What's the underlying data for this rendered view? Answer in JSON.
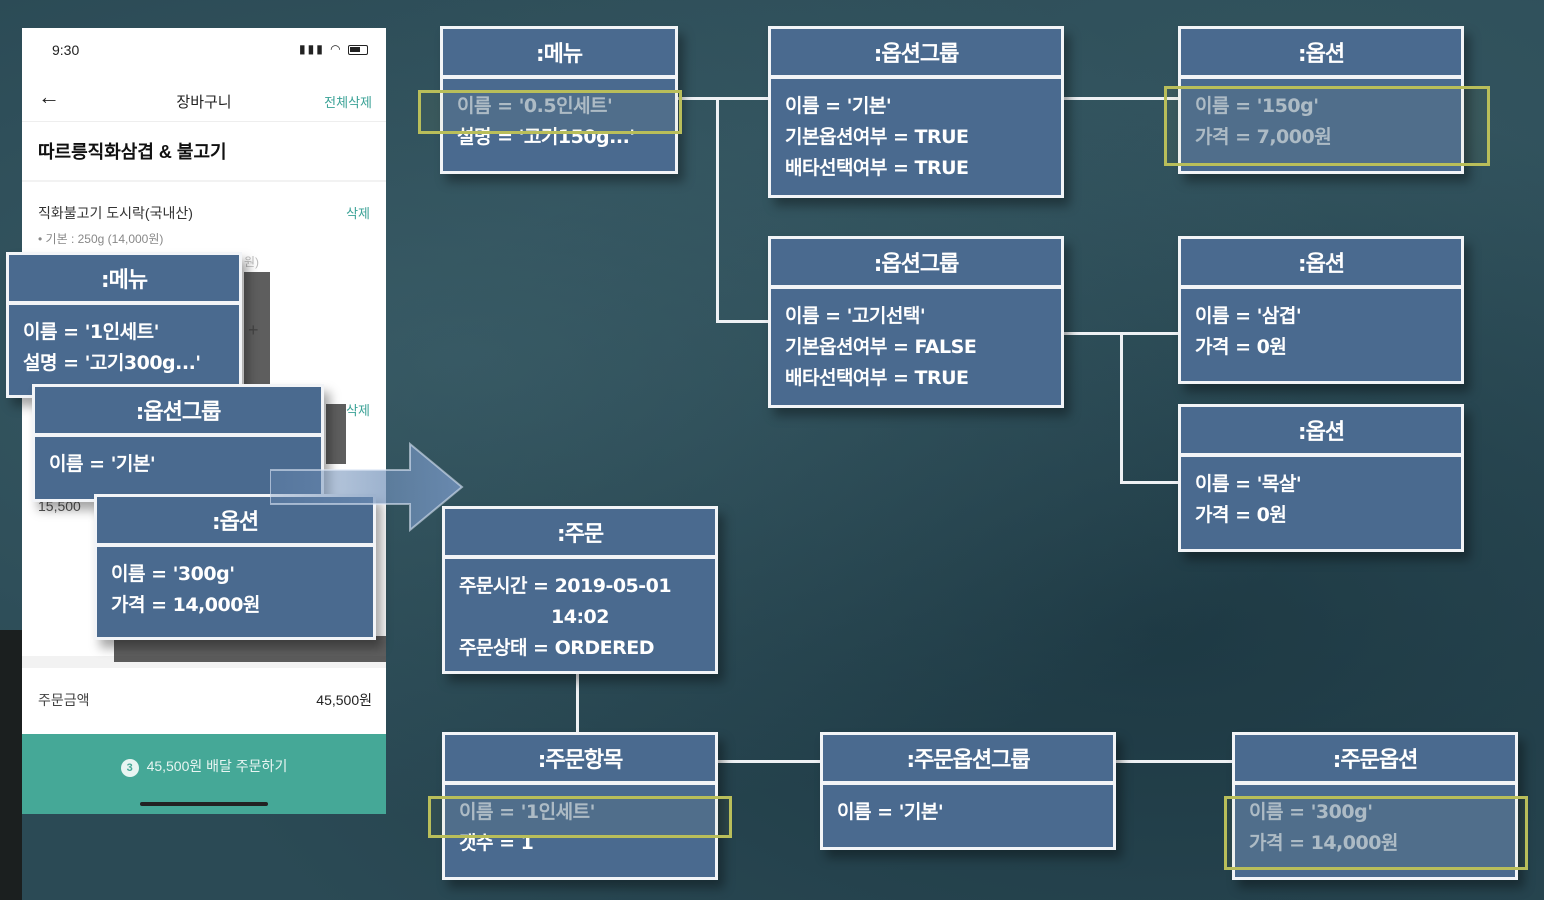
{
  "phone": {
    "status_time": "9:30",
    "nav_title": "장바구니",
    "nav_clear": "전체삭제",
    "store_name": "따르릉직화삼겹 & 불고기",
    "item_name": "직화불고기 도시락(국내산)",
    "item_delete": "삭제",
    "item_option": "• 기본 : 250g (14,000원)",
    "item_peek": "원)",
    "item_delete_2": "삭제",
    "item_peek_2": "15,500",
    "total_label": "주문금액",
    "total_value": "45,500원",
    "order_badge": "3",
    "order_button": "45,500원 배달 주문하기"
  },
  "overlay": {
    "menu": {
      "title": ":메뉴",
      "name": "이름 = '1인세트'",
      "desc": "설명 = '고기300g...'"
    },
    "option_group": {
      "title": ":옵션그룹",
      "name": "이름 = '기본'"
    },
    "option": {
      "title": ":옵션",
      "name": "이름 = '300g'",
      "price": "가격 = 14,000원"
    }
  },
  "menu": {
    "title": ":메뉴",
    "name": "이름 = '0.5인세트'",
    "desc": "설명 = '고기150g...'"
  },
  "option_group_1": {
    "title": ":옵션그룹",
    "name": "이름 = '기본'",
    "default": "기본옵션여부 = TRUE",
    "exclusive": "배타선택여부 = TRUE"
  },
  "option_group_2": {
    "title": ":옵션그룹",
    "name": "이름 = '고기선택'",
    "default": "기본옵션여부 = FALSE",
    "exclusive": "배타선택여부 = TRUE"
  },
  "option_1": {
    "title": ":옵션",
    "name": "이름 = '150g'",
    "price": "가격 = 7,000원"
  },
  "option_2": {
    "title": ":옵션",
    "name": "이름 = '삼겹'",
    "price": "가격 = 0원"
  },
  "option_3": {
    "title": ":옵션",
    "name": "이름 = '목살'",
    "price": "가격 = 0원"
  },
  "order": {
    "title": ":주문",
    "time_line1": "주문시간 = 2019-05-01",
    "time_line2": "14:02",
    "status": "주문상태 = ORDERED"
  },
  "order_line_item": {
    "title": ":주문항목",
    "name": "이름 = '1인세트'",
    "count": "갯수 = 1"
  },
  "order_option_group": {
    "title": ":주문옵션그룹",
    "name": "이름 = '기본'"
  },
  "order_option": {
    "title": ":주문옵션",
    "name": "이름 = '300g'",
    "price": "가격 = 14,000원"
  },
  "colors": {
    "box_fill": "#4a6a8f",
    "box_border": "#f2f4f7",
    "highlight": "#b9be5a",
    "accent_teal": "#45a897",
    "background": "#2b4a55"
  }
}
